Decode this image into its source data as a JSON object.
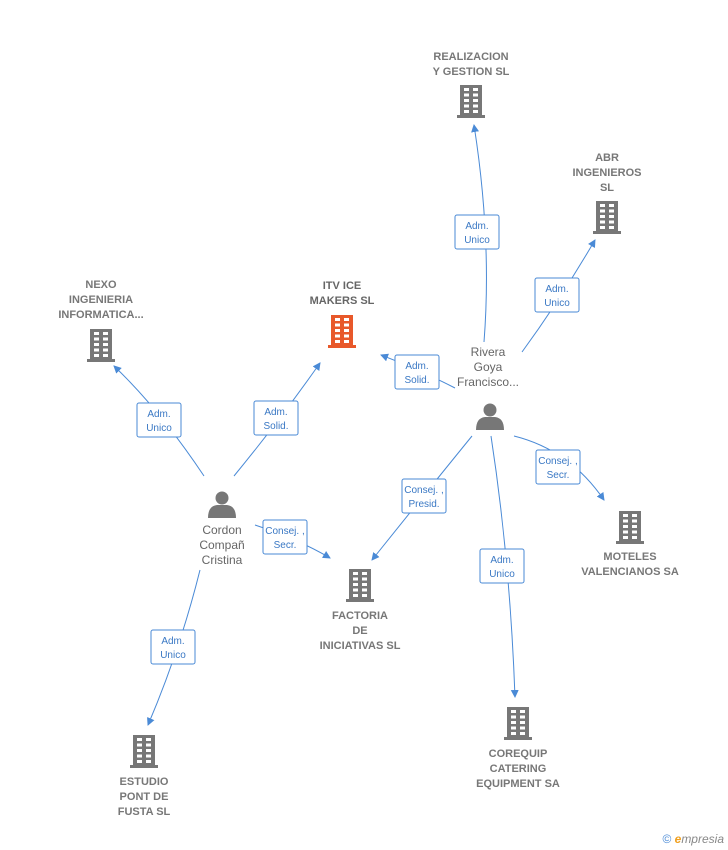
{
  "companies": {
    "realizacion": {
      "lines": [
        "REALIZACION",
        "Y GESTION SL"
      ],
      "icon": "building-icon"
    },
    "abr": {
      "lines": [
        "ABR",
        "INGENIEROS",
        "SL"
      ],
      "icon": "building-icon"
    },
    "nexo": {
      "lines": [
        "NEXO",
        "INGENIERIA",
        "INFORMATICA..."
      ],
      "icon": "building-icon"
    },
    "itv": {
      "lines": [
        "ITV ICE",
        "MAKERS  SL"
      ],
      "icon": "building-icon",
      "color": "#e8582a"
    },
    "factoria": {
      "lines": [
        "FACTORIA",
        "DE",
        "INICIATIVAS SL"
      ],
      "icon": "building-icon"
    },
    "moteles": {
      "lines": [
        "MOTELES",
        "VALENCIANOS SA"
      ],
      "icon": "building-icon"
    },
    "corequip": {
      "lines": [
        "COREQUIP",
        "CATERING",
        "EQUIPMENT SA"
      ],
      "icon": "building-icon"
    },
    "estudio": {
      "lines": [
        "ESTUDIO",
        "PONT DE",
        "FUSTA  SL"
      ],
      "icon": "building-icon"
    }
  },
  "persons": {
    "rivera": {
      "lines": [
        "Rivera",
        "Goya",
        "Francisco..."
      ],
      "icon": "person-icon"
    },
    "cordon": {
      "lines": [
        "Cordon",
        "Compañ",
        "Cristina"
      ],
      "icon": "person-icon"
    }
  },
  "relations": [
    {
      "id": "rivera-realizacion",
      "label": [
        "Adm.",
        "Unico"
      ]
    },
    {
      "id": "rivera-abr",
      "label": [
        "Adm.",
        "Unico"
      ]
    },
    {
      "id": "rivera-itv",
      "label": [
        "Adm.",
        "Solid."
      ]
    },
    {
      "id": "rivera-factoria",
      "label": [
        "Consej. ,",
        "Presid."
      ]
    },
    {
      "id": "rivera-moteles",
      "label": [
        "Consej. ,",
        "Secr."
      ]
    },
    {
      "id": "rivera-corequip",
      "label": [
        "Adm.",
        "Unico"
      ]
    },
    {
      "id": "cordon-nexo",
      "label": [
        "Adm.",
        "Unico"
      ]
    },
    {
      "id": "cordon-itv",
      "label": [
        "Adm.",
        "Solid."
      ]
    },
    {
      "id": "cordon-factoria",
      "label": [
        "Consej. ,",
        "Secr."
      ]
    },
    {
      "id": "cordon-estudio",
      "label": [
        "Adm.",
        "Unico"
      ]
    }
  ],
  "colors": {
    "edge": "#4a8ad6",
    "building": "#777777",
    "highlight": "#e8582a"
  },
  "footer": {
    "copyright": "©",
    "brand_e": "e",
    "brand_rest": "mpresia"
  }
}
